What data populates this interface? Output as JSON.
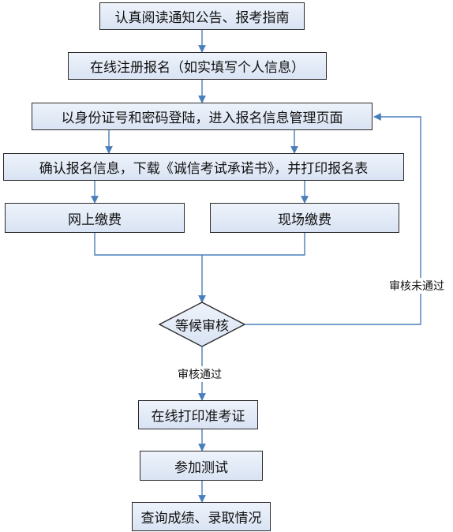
{
  "flow": {
    "step1": "认真阅读通知公告、报考指南",
    "step2": "在线注册报名（如实填写个人信息）",
    "step3": "以身份证号和密码登陆，进入报名信息管理页面",
    "step4": "确认报名信息，下载《诚信考试承诺书》，并打印报名表",
    "pay_online": "网上缴费",
    "pay_onsite": "现场缴费",
    "decision": "等候审核",
    "print_ticket": "在线打印准考证",
    "take_test": "参加测试",
    "check_result": "查询成绩、录取情况"
  },
  "edges": {
    "fail_label": "审核未通过",
    "pass_label": "审核通过"
  },
  "colors": {
    "box_fill_top": "#eef3fb",
    "box_fill_bottom": "#d9e3f3",
    "box_border": "#2a2a2a",
    "connector": "#4a7ebb"
  }
}
